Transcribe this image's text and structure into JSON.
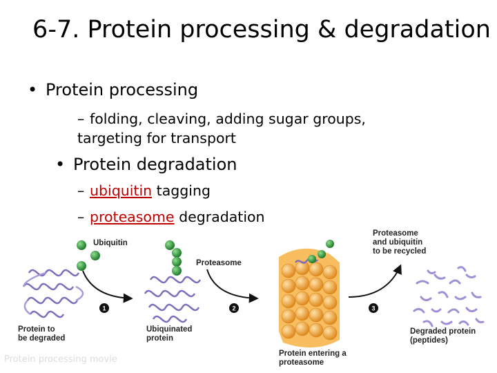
{
  "slide": {
    "title": "6-7. Protein processing & degradation",
    "bullet1": "Protein processing",
    "sub1": "folding, cleaving, adding sugar groups, targeting for transport",
    "bullet2": "Protein degradation",
    "sub2_link": "ubiquitin",
    "sub2_rest": " tagging",
    "sub3_link": "proteasome",
    "sub3_rest": " degradation"
  },
  "figure": {
    "ubiquitin_label": "Ubiquitin",
    "proteasome_label": "Proteasome",
    "recycled_label": "Proteasome\nand ubiquitin\nto be recycled",
    "protein_to_be_degraded": "Protein to\nbe degraded",
    "ubiquinated_protein": "Ubiquinated\nprotein",
    "protein_entering": "Protein entering a\nproteasome",
    "degraded_protein": "Degraded protein\n(peptides)",
    "steps": [
      "1",
      "2",
      "3"
    ]
  },
  "movie_link": "Protein processing movie",
  "colors": {
    "link": "#c00000",
    "ubiquitin_green": "#2e9d3a",
    "protein_purple": "#8c7cc4",
    "proteasome_orange": "#f2a93b"
  }
}
